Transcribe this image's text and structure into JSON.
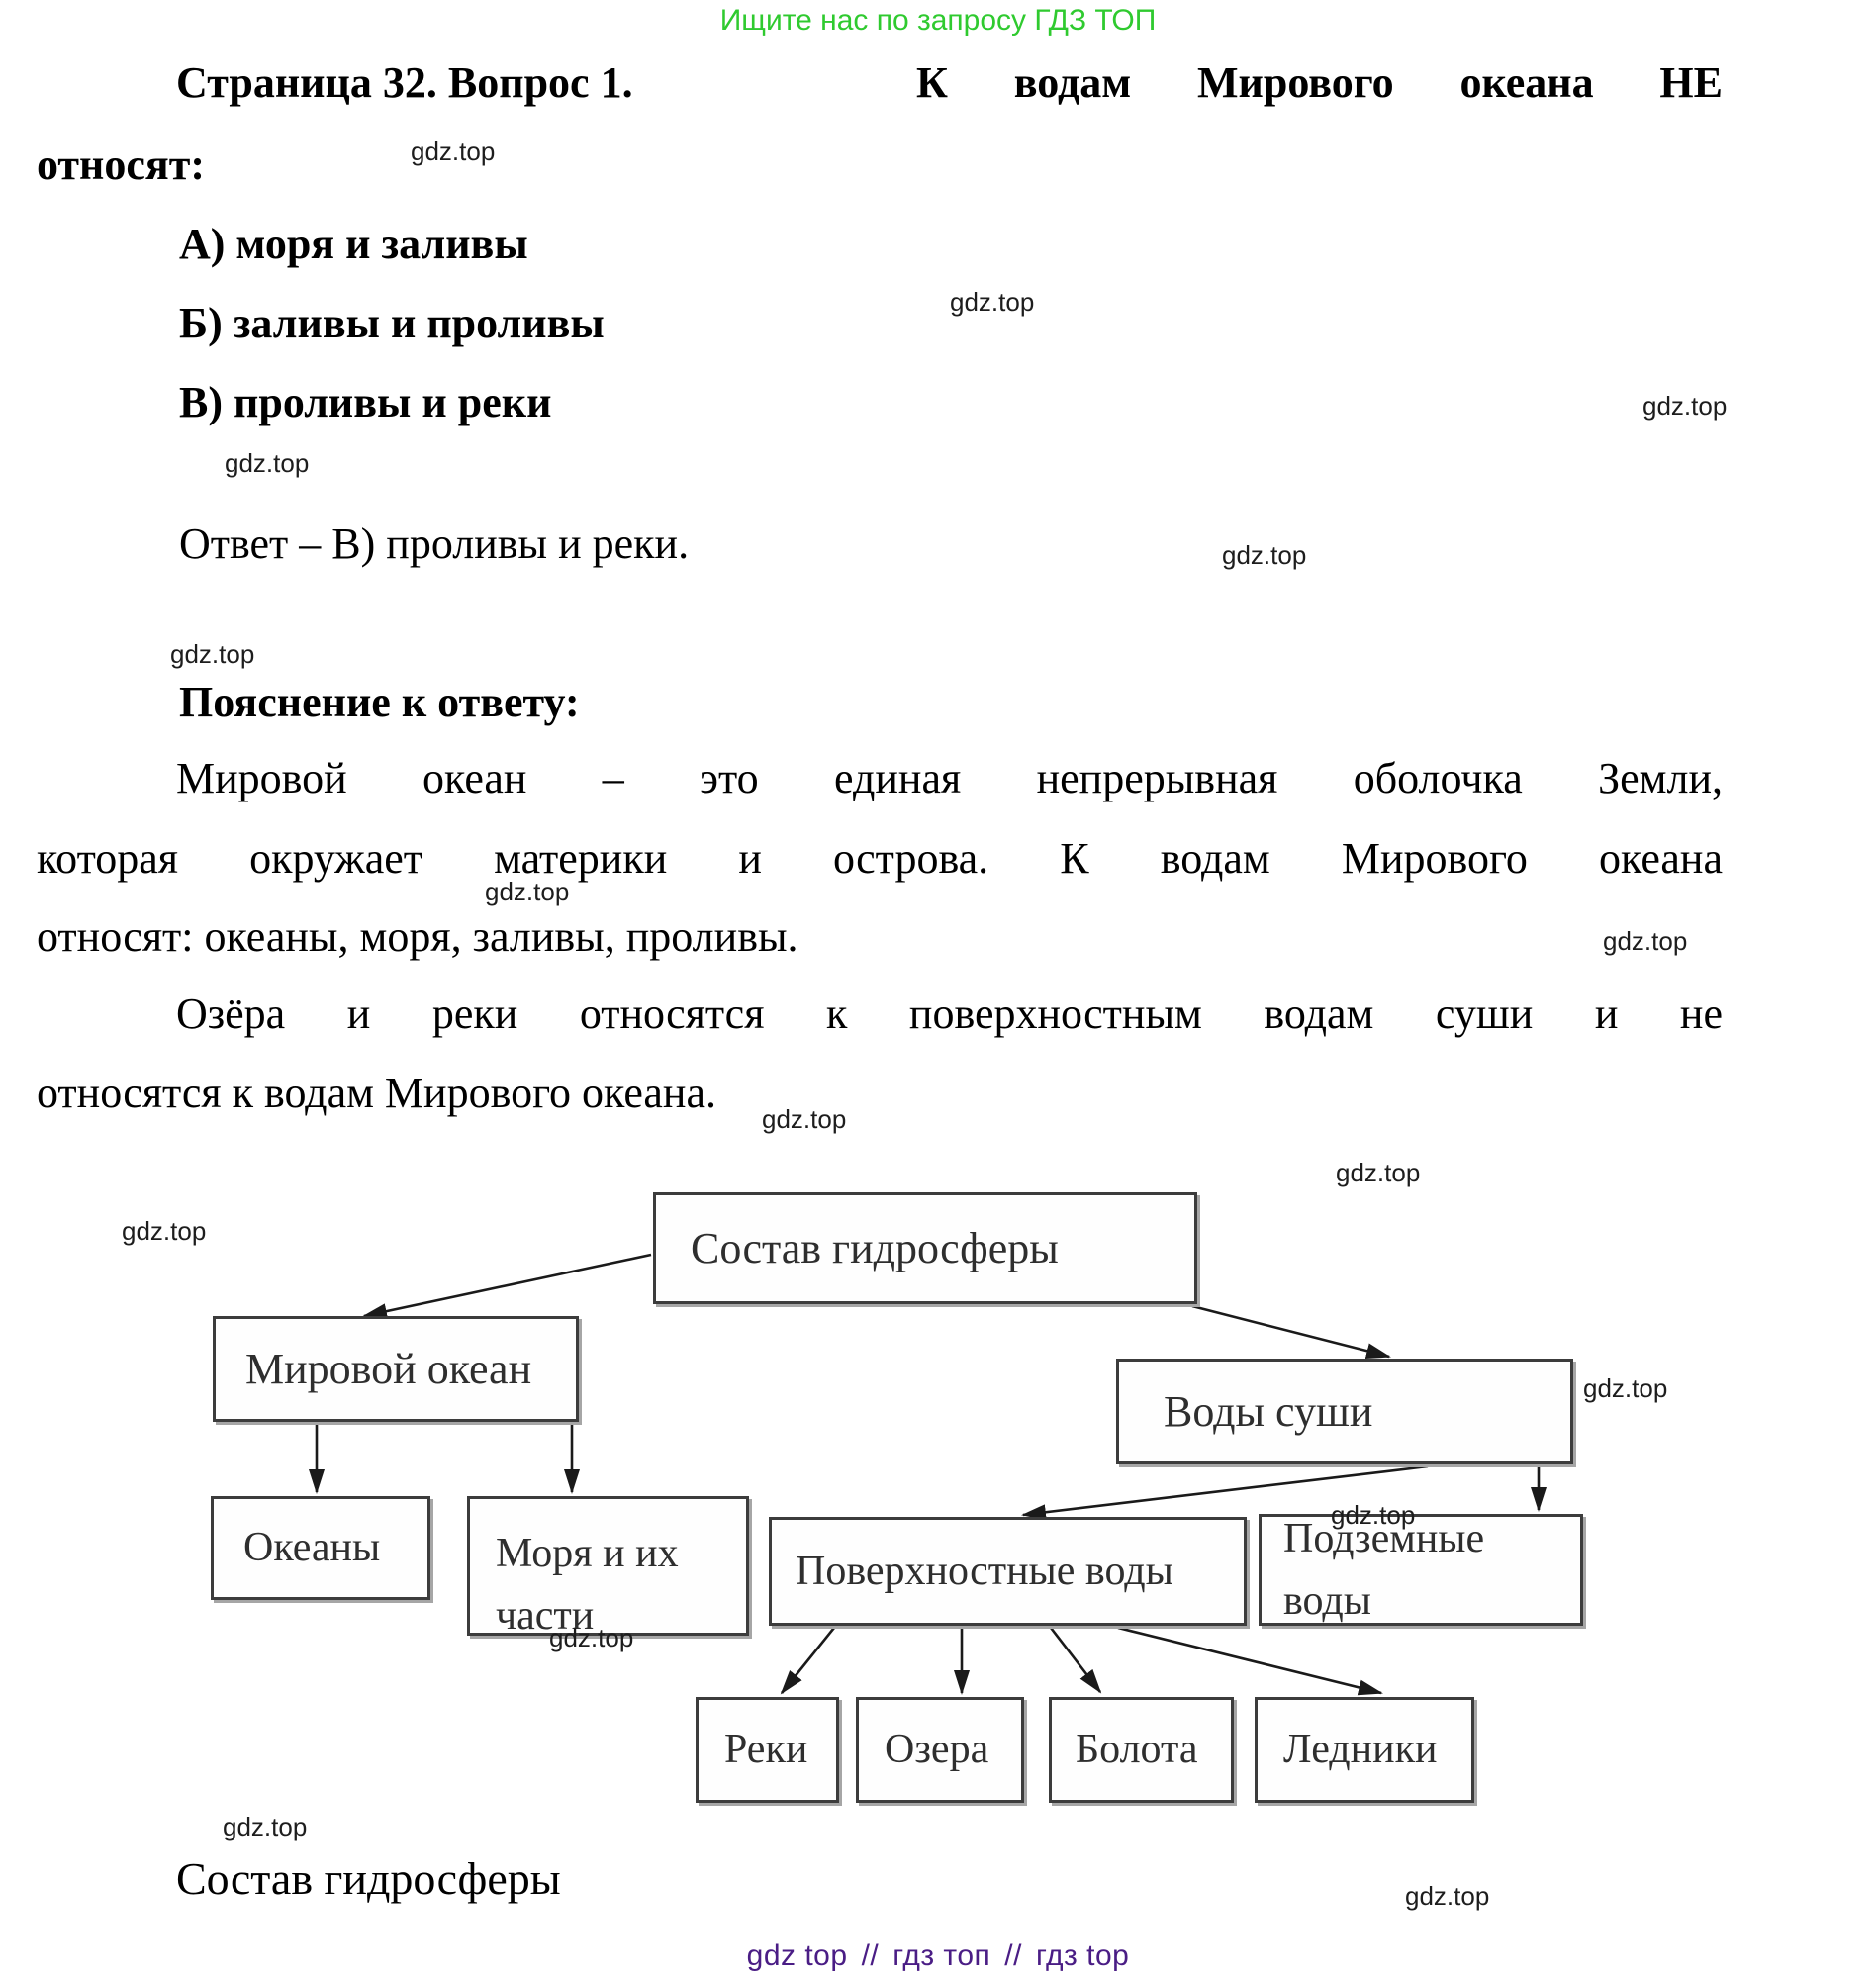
{
  "promo_banner": {
    "text": "Ищите нас по запросу ГДЗ ТОП",
    "color": "#2fca2f"
  },
  "watermark": {
    "text": "gdz.top"
  },
  "question": {
    "heading_left": "Страница 32. Вопрос 1.",
    "heading_right": "К водам Мирового океана НЕ",
    "heading_continuation": "относят:",
    "options": [
      {
        "label": "А) моря и заливы"
      },
      {
        "label": "Б) заливы и проливы"
      },
      {
        "label": "В) проливы и реки"
      }
    ]
  },
  "answer": {
    "text": "Ответ – В) проливы и реки."
  },
  "explanation": {
    "heading": "Пояснение к ответу:",
    "paragraph1": {
      "line1": "Мировой океан – это единая непрерывная оболочка Земли,",
      "line2": "которая окружает материки и острова. К водам Мирового океана",
      "line3": "относят: океаны, моря, заливы, проливы."
    },
    "paragraph2": {
      "line1": "Озёра и реки относятся к поверхностным водам суши и не",
      "line2": "относятся к водам Мирового океана."
    }
  },
  "diagram": {
    "nodes": {
      "root": "Состав гидросферы",
      "world_ocean": "Мировой океан",
      "land_waters": "Воды суши",
      "oceans": "Океаны",
      "seas": "Моря и их части",
      "surface_waters": "Поверхностные воды",
      "ground_waters": "Подземные воды",
      "rivers": "Реки",
      "lakes": "Озера",
      "swamps": "Болота",
      "glaciers": "Ледники"
    },
    "line_color": "#1a1a1a"
  },
  "caption": {
    "text": "Состав гидросферы"
  },
  "footer": {
    "color": "#4a1d85",
    "separator": "//",
    "parts": [
      "gdz top",
      "гдз топ",
      "гдз top"
    ]
  }
}
